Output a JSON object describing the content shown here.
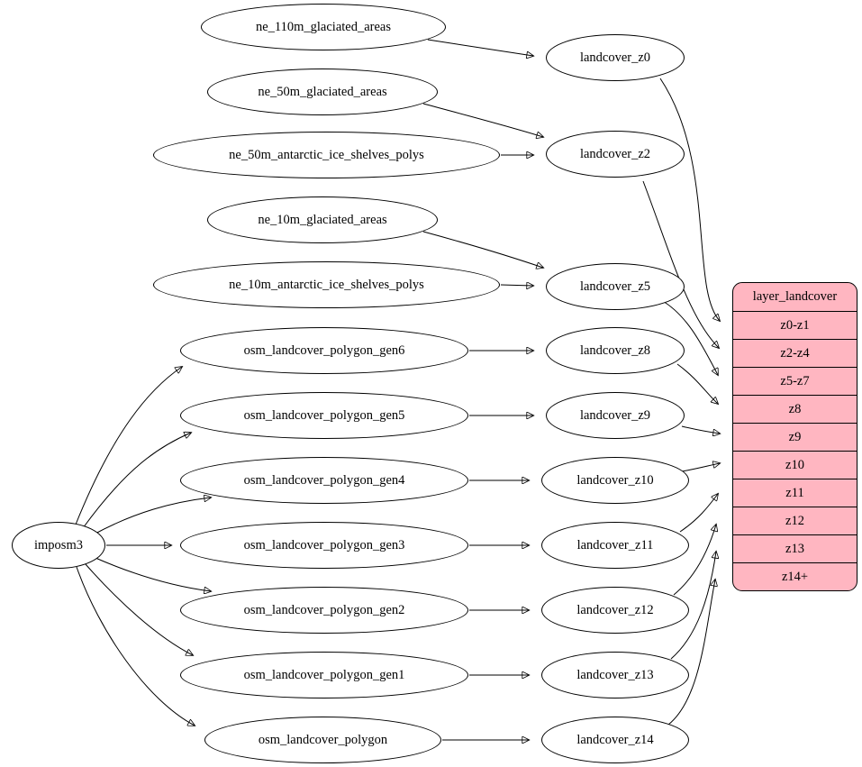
{
  "nodes": {
    "imposm3": "imposm3",
    "ne_110m_glaciated_areas": "ne_110m_glaciated_areas",
    "ne_50m_glaciated_areas": "ne_50m_glaciated_areas",
    "ne_50m_antarctic_ice_shelves_polys": "ne_50m_antarctic_ice_shelves_polys",
    "ne_10m_glaciated_areas": "ne_10m_glaciated_areas",
    "ne_10m_antarctic_ice_shelves_polys": "ne_10m_antarctic_ice_shelves_polys",
    "osm_landcover_polygon_gen6": "osm_landcover_polygon_gen6",
    "osm_landcover_polygon_gen5": "osm_landcover_polygon_gen5",
    "osm_landcover_polygon_gen4": "osm_landcover_polygon_gen4",
    "osm_landcover_polygon_gen3": "osm_landcover_polygon_gen3",
    "osm_landcover_polygon_gen2": "osm_landcover_polygon_gen2",
    "osm_landcover_polygon_gen1": "osm_landcover_polygon_gen1",
    "osm_landcover_polygon": "osm_landcover_polygon",
    "landcover_z0": "landcover_z0",
    "landcover_z2": "landcover_z2",
    "landcover_z5": "landcover_z5",
    "landcover_z8": "landcover_z8",
    "landcover_z9": "landcover_z9",
    "landcover_z10": "landcover_z10",
    "landcover_z11": "landcover_z11",
    "landcover_z12": "landcover_z12",
    "landcover_z13": "landcover_z13",
    "landcover_z14": "landcover_z14"
  },
  "layer_table": {
    "title": "layer_landcover",
    "rows": [
      "z0-z1",
      "z2-z4",
      "z5-z7",
      "z8",
      "z9",
      "z10",
      "z11",
      "z12",
      "z13",
      "z14+"
    ],
    "fill_color": "#ffb6c1",
    "border_color": "#000000"
  },
  "edges": [
    {
      "from": "imposm3",
      "to": "osm_landcover_polygon_gen6"
    },
    {
      "from": "imposm3",
      "to": "osm_landcover_polygon_gen5"
    },
    {
      "from": "imposm3",
      "to": "osm_landcover_polygon_gen4"
    },
    {
      "from": "imposm3",
      "to": "osm_landcover_polygon_gen3"
    },
    {
      "from": "imposm3",
      "to": "osm_landcover_polygon_gen2"
    },
    {
      "from": "imposm3",
      "to": "osm_landcover_polygon_gen1"
    },
    {
      "from": "imposm3",
      "to": "osm_landcover_polygon"
    },
    {
      "from": "ne_110m_glaciated_areas",
      "to": "landcover_z0"
    },
    {
      "from": "ne_50m_glaciated_areas",
      "to": "landcover_z2"
    },
    {
      "from": "ne_50m_antarctic_ice_shelves_polys",
      "to": "landcover_z2"
    },
    {
      "from": "ne_10m_glaciated_areas",
      "to": "landcover_z5"
    },
    {
      "from": "ne_10m_antarctic_ice_shelves_polys",
      "to": "landcover_z5"
    },
    {
      "from": "osm_landcover_polygon_gen6",
      "to": "landcover_z8"
    },
    {
      "from": "osm_landcover_polygon_gen5",
      "to": "landcover_z9"
    },
    {
      "from": "osm_landcover_polygon_gen4",
      "to": "landcover_z10"
    },
    {
      "from": "osm_landcover_polygon_gen3",
      "to": "landcover_z11"
    },
    {
      "from": "osm_landcover_polygon_gen2",
      "to": "landcover_z12"
    },
    {
      "from": "osm_landcover_polygon_gen1",
      "to": "landcover_z13"
    },
    {
      "from": "osm_landcover_polygon",
      "to": "landcover_z14"
    },
    {
      "from": "landcover_z0",
      "to": "z0-z1"
    },
    {
      "from": "landcover_z2",
      "to": "z2-z4"
    },
    {
      "from": "landcover_z5",
      "to": "z5-z7"
    },
    {
      "from": "landcover_z8",
      "to": "z8"
    },
    {
      "from": "landcover_z9",
      "to": "z9"
    },
    {
      "from": "landcover_z10",
      "to": "z10"
    },
    {
      "from": "landcover_z11",
      "to": "z11"
    },
    {
      "from": "landcover_z12",
      "to": "z12"
    },
    {
      "from": "landcover_z13",
      "to": "z13"
    },
    {
      "from": "landcover_z14",
      "to": "z14+"
    }
  ],
  "colors": {
    "background": "#ffffff",
    "node_fill": "#ffffff",
    "edge_stroke": "#000000"
  }
}
